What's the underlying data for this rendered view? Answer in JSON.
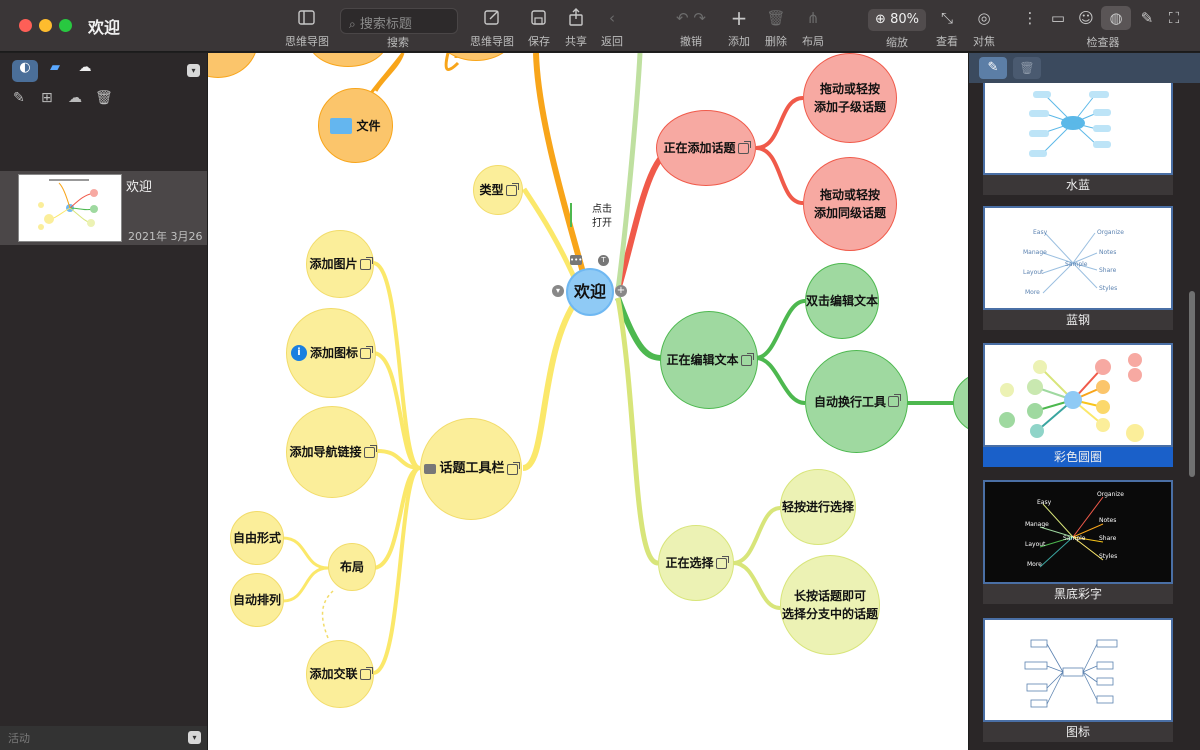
{
  "window": {
    "title": "欢迎",
    "colors": {
      "close": "#fe5f57",
      "minimize": "#febc2e",
      "maximize": "#28c840"
    }
  },
  "toolbar": {
    "mindmap_view_label": "思维导图",
    "search_label": "搜索",
    "search_placeholder": "搜索标题",
    "mindmap_label": "思维导图",
    "save_label": "保存",
    "share_label": "共享",
    "back_label": "返回",
    "undo_label": "撤销",
    "add_label": "添加",
    "delete_label": "删除",
    "layout_label": "布局",
    "zoom_label": "缩放",
    "zoom_value": "80%",
    "view_label": "查看",
    "focus_label": "对焦",
    "inspector_label": "检查器"
  },
  "sidebar": {
    "document": {
      "name": "欢迎",
      "date": "2021年 3月26"
    },
    "activity_label": "活动"
  },
  "mindmap": {
    "central": "欢迎",
    "annotation": "点击\n打开",
    "nodes": {
      "files": "文件",
      "types": "类型",
      "adding_topics": "正在添加话题",
      "drag_child": "拖动或轻按\n添加子级话题",
      "drag_sibling": "拖动或轻按\n添加同级话题",
      "editing_text": "正在编辑文本",
      "double_click_edit": "双击编辑文本",
      "auto_wrap": "自动换行工具",
      "selecting": "正在选择",
      "tap_select": "轻按进行选择",
      "long_press": "长按话题即可\n选择分支中的话题",
      "add_image": "添加图片",
      "add_icon": "添加图标",
      "add_nav_link": "添加导航链接",
      "topic_toolbar": "话题工具栏",
      "layout": "布局",
      "freeform": "自由形式",
      "auto_arrange": "自动排列",
      "add_relation": "添加交联"
    },
    "colors": {
      "orange": "#f8a51a",
      "red": "#f05a4a",
      "green": "#4db84f",
      "lime": "#d8e57a",
      "yellow": "#fbe86a",
      "blue": "#6fb8f2"
    }
  },
  "inspector": {
    "themes": [
      {
        "name": "水蓝"
      },
      {
        "name": "蓝钢"
      },
      {
        "name": "彩色圆圈",
        "selected": true
      },
      {
        "name": "黑底彩字"
      },
      {
        "name": "图标"
      }
    ]
  }
}
